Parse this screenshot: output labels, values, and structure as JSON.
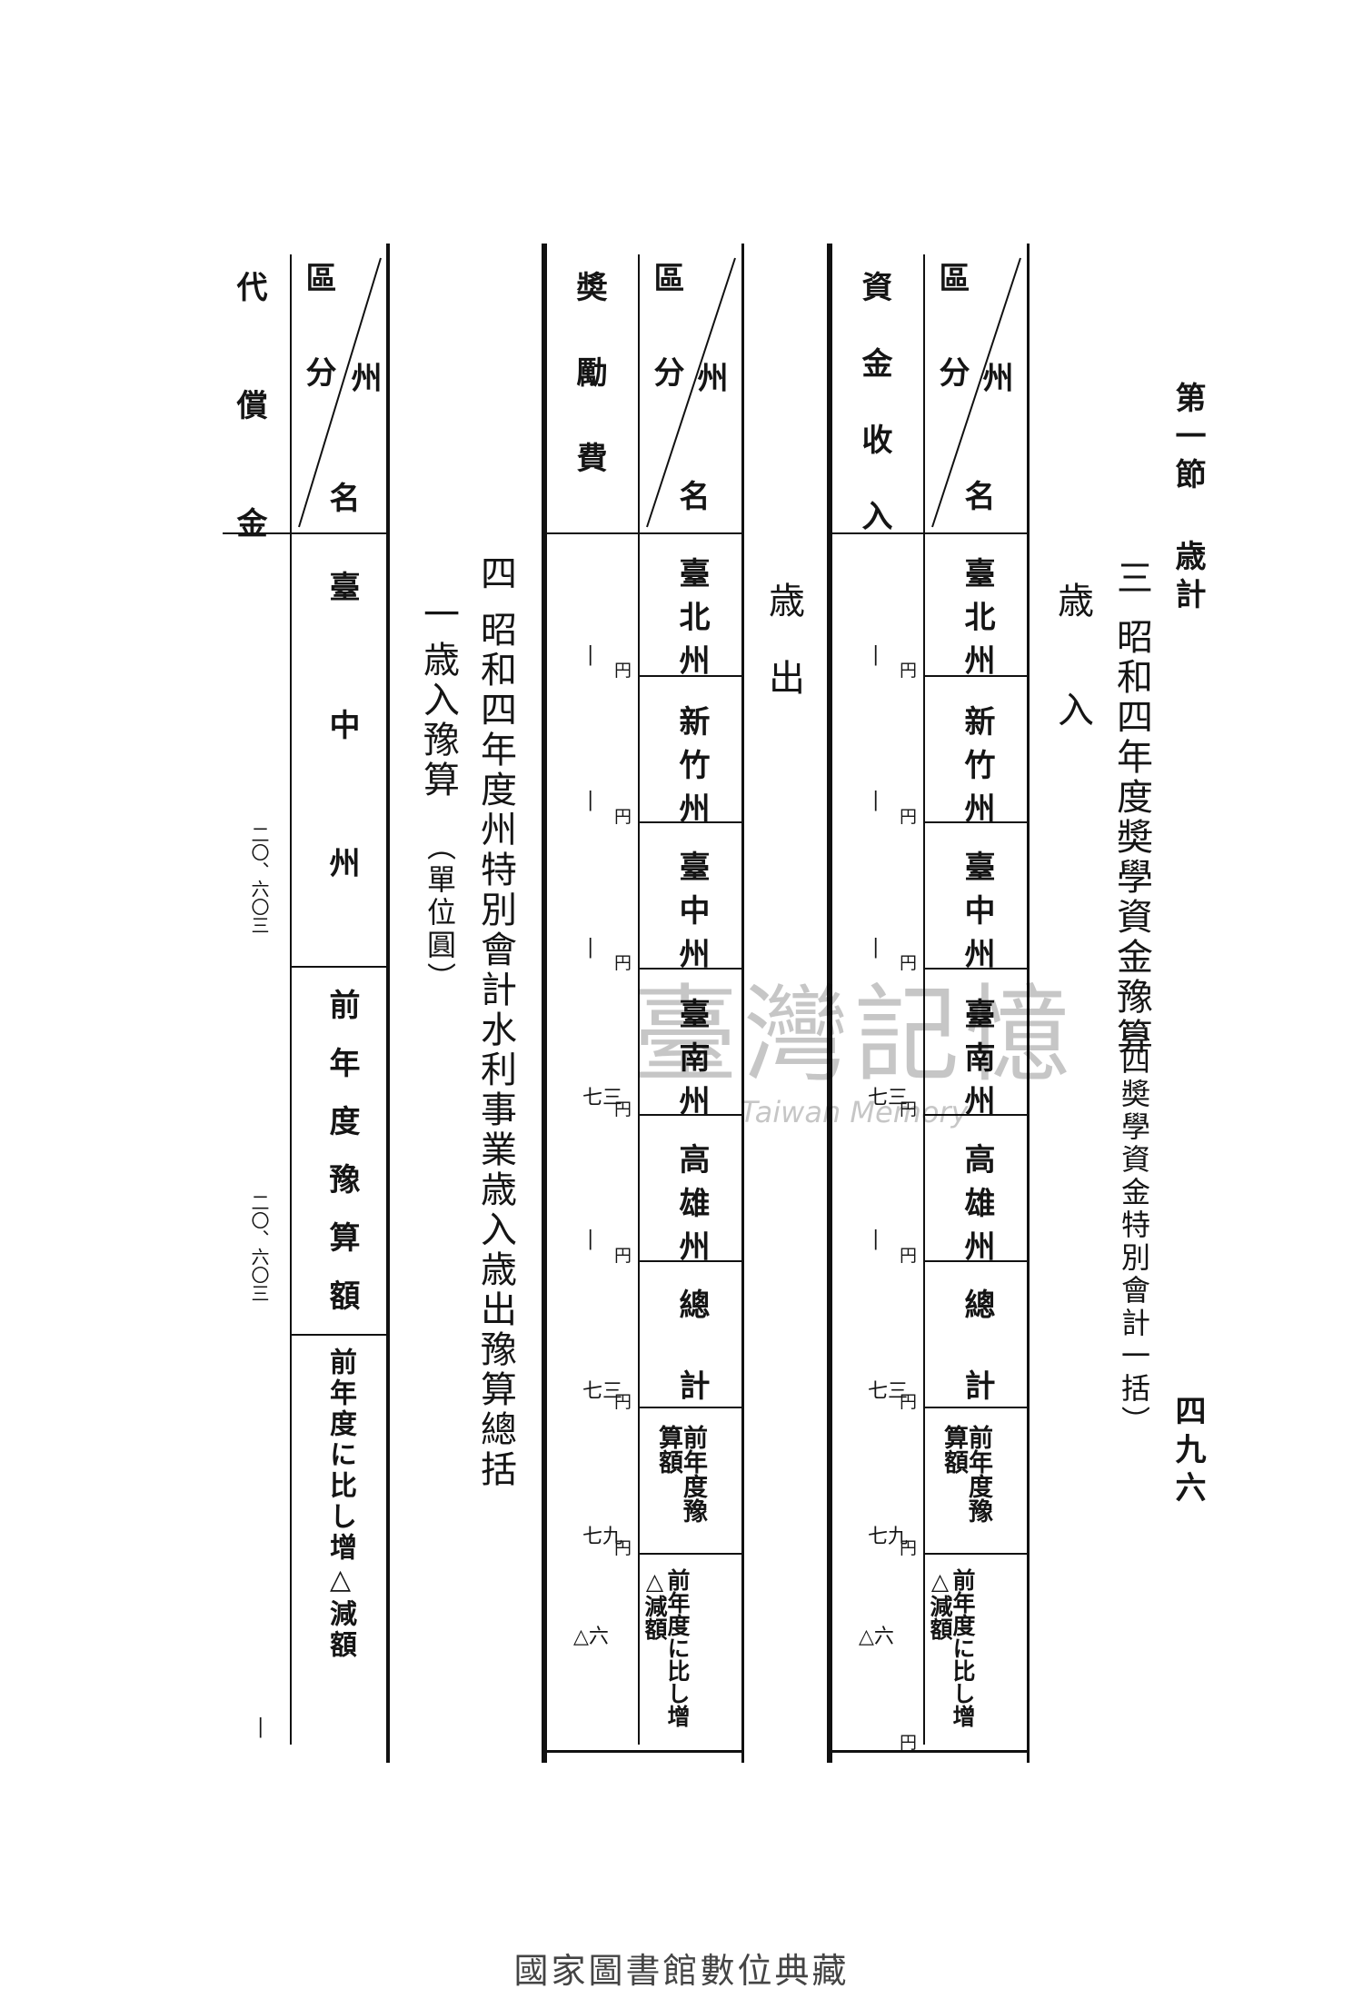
{
  "header": {
    "section_title": "第一節 歳計",
    "page_number": "四九六"
  },
  "section3": {
    "number": "三",
    "title": "昭和四年度奬學資金豫算",
    "subtitle": "（四奬學資金特別會計一括）",
    "revenue_heading": "歳入",
    "expenditure_heading": "歳出",
    "header_cells": {
      "state": "州",
      "division": "區分",
      "name": "名"
    },
    "revenue_row_label": "資金收入",
    "expenditure_row_label": "奬勵費",
    "columns": [
      "臺北州",
      "新竹州",
      "臺中州",
      "臺南州",
      "高雄州",
      "總計",
      "前年度豫算額",
      "前年度に比し增△減額"
    ],
    "unit": "円",
    "revenue_values": [
      "|",
      "|",
      "|",
      "七三",
      "|",
      "七三",
      "七九",
      "△六"
    ],
    "expenditure_values": [
      "|",
      "|",
      "|",
      "七三",
      "|",
      "七三",
      "七九",
      "△六"
    ]
  },
  "section4": {
    "number": "四",
    "title": "昭和四年度州特別會計水利事業歳入歳出豫算總括",
    "item_number": "一",
    "item_title": "歳入豫算",
    "item_unit": "（單位圓）",
    "header_cells": {
      "state": "州",
      "division": "區分",
      "name": "名"
    },
    "row_label": "代償金",
    "columns": [
      "臺中州",
      "前年度豫算額",
      "前年度に比し增△減額"
    ],
    "values": [
      "二〇、六〇三",
      "二〇、六〇三",
      "|"
    ]
  },
  "watermark": {
    "cjk": "臺灣記憶",
    "en": "Taiwan Memory"
  },
  "footer": "國家圖書館數位典藏"
}
